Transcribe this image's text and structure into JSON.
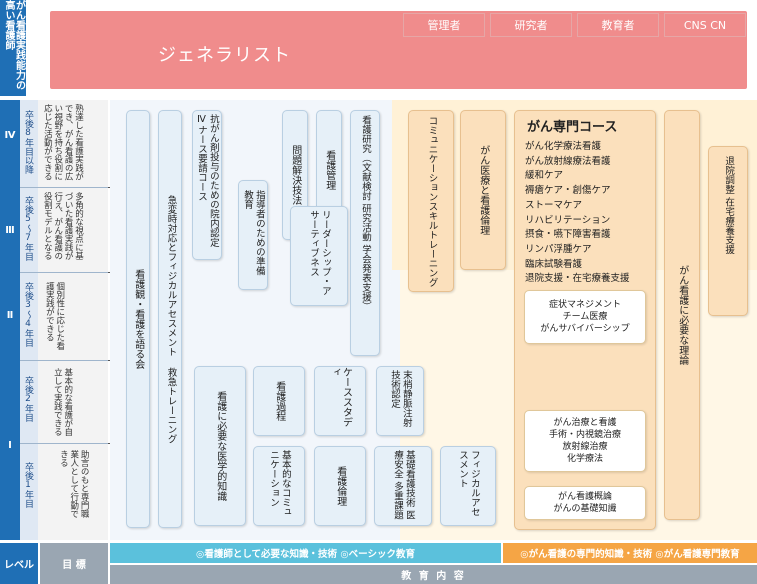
{
  "header": {
    "left_label": "がん看護実践能力の高い看護師",
    "generalist": "ジェネラリスト",
    "roles": [
      "管理者",
      "研究者",
      "教育者",
      "CNS CN"
    ]
  },
  "levels": [
    {
      "roman": "Ⅳ",
      "year": "卒後8年目以降",
      "goal": "熟達した看護実践ができ、がん看護の広い視野を持ち役割に応じた活動ができる"
    },
    {
      "roman": "Ⅲ",
      "year": "卒後5～7年目",
      "goal": "多角的な視点に基づいた看護実践が行え、がん看護の役割モデルとなる"
    },
    {
      "roman": "Ⅱ",
      "year": "卒後3～4年目",
      "goal": "個別性に応じた看護実践ができる"
    },
    {
      "roman": "Ⅰ",
      "year": "卒後2年目",
      "goal": "基本的な看護が自立して実践できる"
    },
    {
      "roman": "",
      "year": "卒後1年目",
      "goal": "助言のもと専門職業人として行動できる"
    }
  ],
  "bottom": {
    "level_label": "レベル",
    "goal_label": "目 標",
    "basic_bar": "◎看護師として必要な知識・技術 ◎ベーシック教育",
    "specialty_bar": "◎がん看護の専門的知識・技術 ◎がん看護専門教育",
    "content_label": "教 育 内 容"
  },
  "blue_cards": {
    "nursing_view": "看護観・看護を語る会",
    "physical": "急変時対応とフィジカルアセスメント 救急トレーニング",
    "cancer_drug": "抗がん剤投与のための院内認定Ⅳナース要請コース",
    "instructor": "指導者のための準備教育",
    "problem": "問題解決技法",
    "leadership": "リーダーシップ・アサーティブネス",
    "management": "看護管理",
    "research": "看護研究（文献検討 研究活動 学会発表支援）",
    "medical_knowledge": "看護に必要な医学的知識",
    "process": "看護過程",
    "case_study": "ケーススタディ",
    "iv_cert": "末梢静脈注射技術認定",
    "basic_comm": "基本的なコミュニケーション",
    "ethics": "看護倫理",
    "basic_tech": "基礎看護技術 医療安全 多重課題",
    "phys_assess": "フィジカルアセスメント"
  },
  "orange_cards": {
    "comm_skill": "コミュニケーションスキルトレーニング",
    "cancer_ethics": "がん医療と看護倫理",
    "course_title": "がん専門コース",
    "course_items": [
      "がん化学療法看護",
      "がん放射線療法看護",
      "緩和ケア",
      "褥瘡ケア・創傷ケア",
      "ストーマケア",
      "リハビリテーション",
      "摂食・嚥下障害看護",
      "リンパ浮腫ケア",
      "臨床試験看護",
      "退院支援・在宅療養支援"
    ],
    "symptom": [
      "症状マネジメント",
      "チーム医療",
      "がんサバイバーシップ"
    ],
    "treatment": [
      "がん治療と看護",
      "手術・内視鏡治療",
      "放射線治療",
      "化学療法"
    ],
    "basics": [
      "がん看護概論",
      "がんの基礎知識"
    ],
    "theory": "がん看護に必要な理論",
    "discharge": "退院調整 在宅療養支援"
  }
}
